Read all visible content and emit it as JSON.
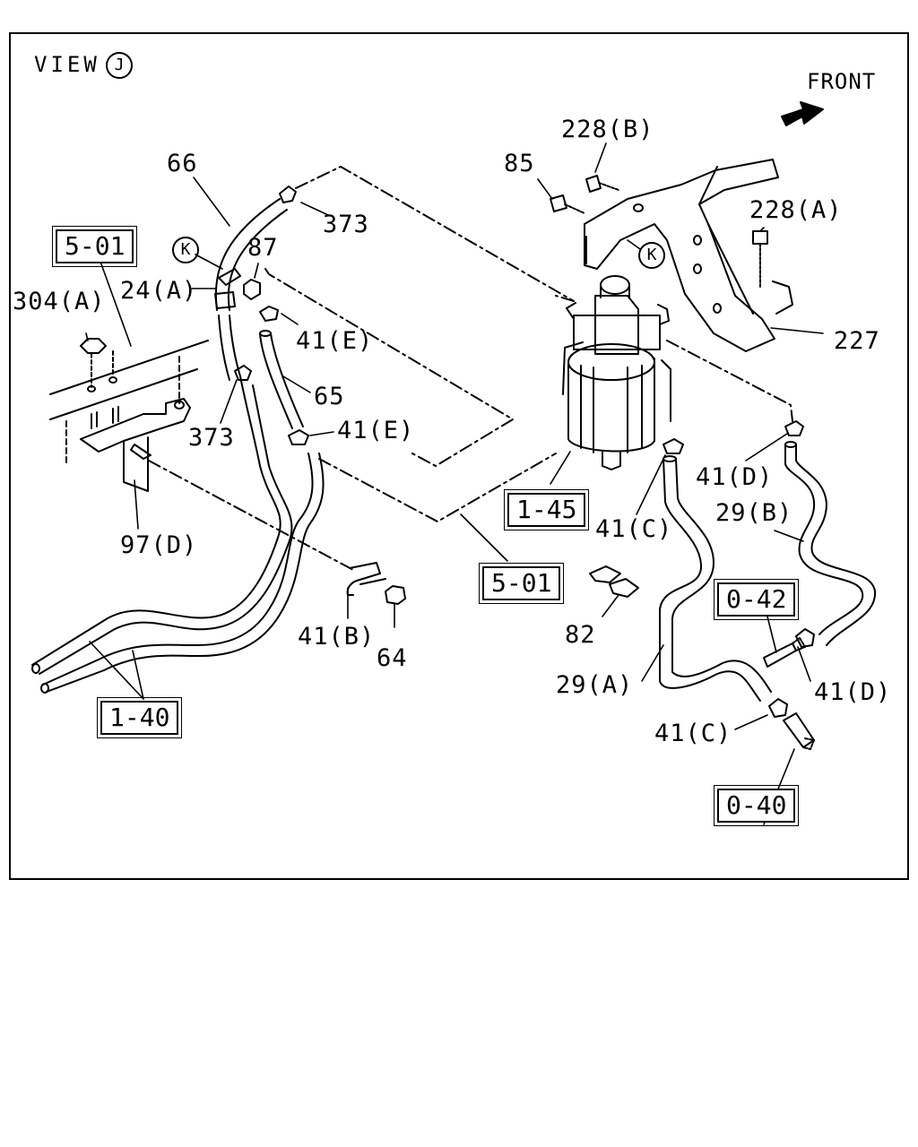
{
  "header": {
    "view_text": "VIEW",
    "view_marker": "J",
    "front_label": "FRONT"
  },
  "ref_boxes": {
    "b501_left": "5-01",
    "b145": "1-45",
    "b501_mid": "5-01",
    "b140": "1-40",
    "b042": "0-42",
    "b040": "0-40"
  },
  "callouts": {
    "c66": "66",
    "c373_top": "373",
    "c87": "87",
    "c24a": "24(A)",
    "c304a": "304(A)",
    "c41e_top": "41(E)",
    "c65": "65",
    "c41e_mid": "41(E)",
    "c373_mid": "373",
    "c97d": "97(D)",
    "c41b": "41(B)",
    "c64": "64",
    "c228b": "228(B)",
    "c85": "85",
    "c228a": "228(A)",
    "c227": "227",
    "c41d_top": "41(D)",
    "c41c_top": "41(C)",
    "c29b": "29(B)",
    "c82": "82",
    "c29a": "29(A)",
    "c41d_bot": "41(D)",
    "c41c_bot": "41(C)"
  },
  "markers": {
    "k_left": "K",
    "k_right": "K"
  }
}
